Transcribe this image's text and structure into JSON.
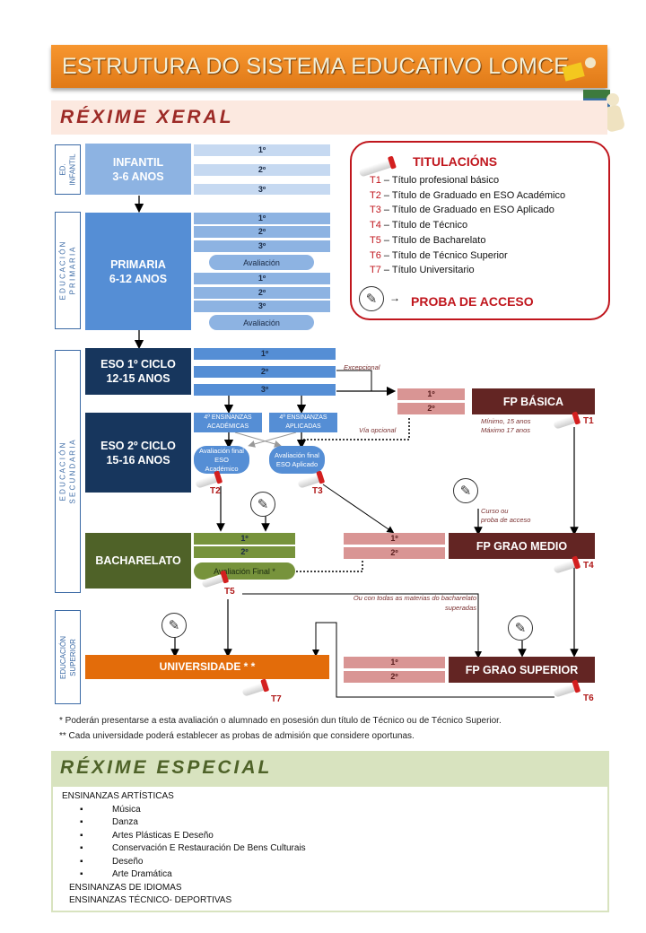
{
  "header": {
    "title": "ESTRUTURA DO SISTEMA EDUCATIVO LOMCE",
    "illustration": "reading-figures-on-books"
  },
  "regime_general": {
    "title": "RÉXIME XERAL"
  },
  "side_labels": {
    "infantil": [
      "ED.",
      "INFANTIL"
    ],
    "primaria": [
      "E D U C A C I Ó N",
      "P R I M A R I A"
    ],
    "secundaria": [
      "E D U C A C I Ó N",
      "S E C U N D A R I A"
    ],
    "superior": [
      "EDUCACIÓN",
      "SUPERIOR"
    ]
  },
  "stages": {
    "infantil": {
      "name": "INFANTIL",
      "ages": "3-6 ANOS",
      "years": [
        "1º",
        "2º",
        "3º"
      ]
    },
    "primaria": {
      "name": "PRIMARIA",
      "ages": "6-12 ANOS",
      "years_a": [
        "1º",
        "2º",
        "3º"
      ],
      "years_b": [
        "1º",
        "2º",
        "3º"
      ],
      "evaluation": "Avaliación"
    },
    "eso1": {
      "name": "ESO 1º CICLO",
      "ages": "12-15 ANOS",
      "years": [
        "1º",
        "2º",
        "3º"
      ]
    },
    "eso2": {
      "name": "ESO 2º CICLO",
      "ages": "15-16 ANOS",
      "track_academic": "4º ENSINANZAS ACADÉMICAS",
      "track_applied": "4º ENSINANZAS APLICADAS",
      "eval_academic": "Avaliación final ESO Académico",
      "eval_applied": "Avaliación final ESO Aplicado"
    },
    "bacharelato": {
      "name": "BACHARELATO",
      "years": [
        "1º",
        "2º"
      ],
      "evaluation": "Avaliación Final *"
    },
    "universidade": {
      "name": "UNIVERSIDADE * *"
    },
    "fp_basica": {
      "name": "FP BÁSICA",
      "years": [
        "1º",
        "2º"
      ],
      "note_min": "Mínimo, 15 anos",
      "note_max": "Máximo 17 anos"
    },
    "fp_medio": {
      "name": "FP GRAO MEDIO",
      "years": [
        "1º",
        "2º"
      ]
    },
    "fp_superior": {
      "name": "FP GRAO SUPERIOR",
      "years": [
        "1º",
        "2º"
      ]
    }
  },
  "annotations": {
    "excepcional": "Excepcional",
    "via_opcional": "Vía opcional",
    "curso_proba": [
      "Curso ou",
      "proba de acceso"
    ],
    "bacharelato_materias": [
      "Ou con  todas as materias do bacharelato",
      "superadas"
    ]
  },
  "badges": {
    "t1": "T1",
    "t2": "T2",
    "t3": "T3",
    "t4": "T4",
    "t5": "T5",
    "t6": "T6",
    "t7": "T7"
  },
  "titulacions": {
    "heading": "TITULACIÓNS",
    "items": [
      {
        "code": "T1",
        "label": "Título profesional básico"
      },
      {
        "code": "T2",
        "label": "Título de Graduado en ESO Académico"
      },
      {
        "code": "T3",
        "label": "Título de Graduado en ESO Aplicado"
      },
      {
        "code": "T4",
        "label": "Título de Técnico"
      },
      {
        "code": "T5",
        "label": "Título de Bacharelato"
      },
      {
        "code": "T6",
        "label": "Título de Técnico Superior"
      },
      {
        "code": "T7",
        "label": "Título Universitario"
      }
    ],
    "access_label": "PROBA DE ACCESO",
    "separator": "–"
  },
  "footnotes": [
    "* Poderán presentarse a esta avaliación o alumnado  en posesión dun título de Técnico ou de Técnico Superior.",
    "** Cada universidade poderá establecer as probas de admisión que considere oportunas."
  ],
  "regime_special": {
    "title": "RÉXIME ESPECIAL",
    "artisticas": "ENSINANZAS ARTÍSTICAS",
    "artisticas_items": [
      "Música",
      "Danza",
      "Artes Plásticas E Deseño",
      "Conservación E Restauración De Bens Culturais",
      "Deseño",
      "Arte Dramática"
    ],
    "idiomas": "ENSINANZAS DE IDIOMAS",
    "deportivas": "ENSINANZAS TÉCNICO- DEPORTIVAS"
  },
  "colors": {
    "orange": "#e36c0a",
    "dark_red": "#632523",
    "pink": "#d99594",
    "navy": "#17365d",
    "olive": "#4f6228",
    "blue": "#558ed5",
    "title_red": "#c0161d"
  }
}
